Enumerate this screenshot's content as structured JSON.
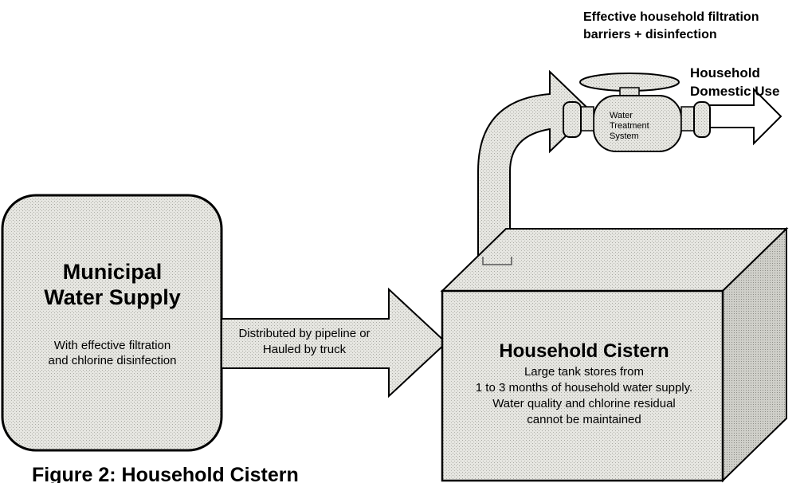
{
  "municipal": {
    "title_line1": "Municipal",
    "title_line2": "Water Supply",
    "desc_line1": "With effective filtration",
    "desc_line2": "and chlorine disinfection"
  },
  "transport": {
    "line1": "Distributed by pipeline or",
    "line2": "Hauled by truck"
  },
  "cistern": {
    "title": "Household Cistern",
    "line1": "Large tank stores from",
    "line2": "1 to 3 months of household water supply.",
    "line3": "Water quality and chlorine residual",
    "line4": "cannot be maintained"
  },
  "treatment": {
    "line1": "Water",
    "line2": "Treatment",
    "line3": "System"
  },
  "filtration_label": {
    "line1": "Effective household filtration",
    "line2": "barriers + disinfection"
  },
  "domestic_label": {
    "line1": "Household",
    "line2": "Domestic Use"
  },
  "caption": "Figure 2: Household Cistern",
  "colors": {
    "fill": "#dcdcd6",
    "stroke": "#000000"
  }
}
